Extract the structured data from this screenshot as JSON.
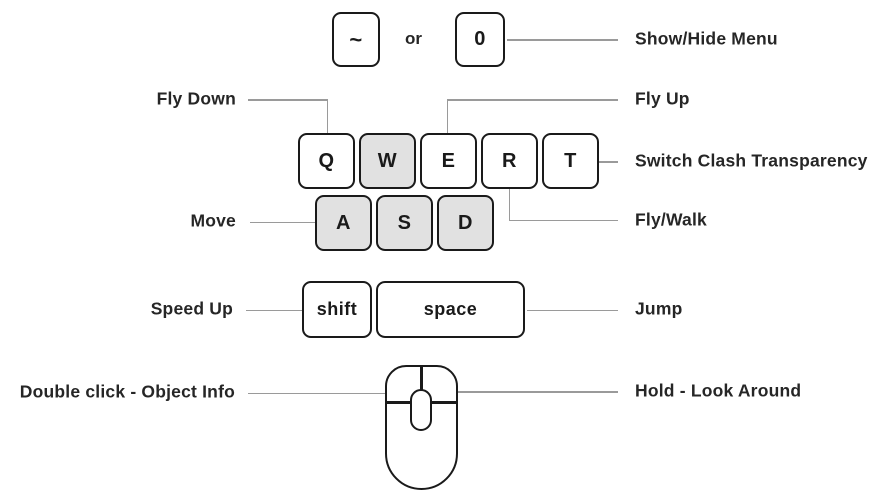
{
  "colors": {
    "background": "#ffffff",
    "key_fill": "#ffffff",
    "key_fill_shaded": "#e1e1e1",
    "key_border": "#1a1a1a",
    "label_text": "#262626",
    "connector_line": "#9a9a9a"
  },
  "menu_row": {
    "key_tilde": "~",
    "or": "or",
    "key_zero": "0"
  },
  "keyboard": {
    "row1": {
      "q": "Q",
      "w": "W",
      "e": "E",
      "r": "R",
      "t": "T"
    },
    "row2": {
      "a": "A",
      "s": "S",
      "d": "D"
    },
    "row3": {
      "shift": "shift",
      "space": "space"
    }
  },
  "annotations": {
    "show_hide_menu": "Show/Hide Menu",
    "fly_down": "Fly Down",
    "fly_up": "Fly Up",
    "switch_clash_transparency": "Switch Clash Transparency",
    "move": "Move",
    "fly_walk": "Fly/Walk",
    "speed_up": "Speed Up",
    "jump": "Jump",
    "double_click_object_info": "Double click - Object Info",
    "hold_look_around": "Hold - Look Around"
  },
  "icons": {
    "mouse": "mouse-icon"
  }
}
